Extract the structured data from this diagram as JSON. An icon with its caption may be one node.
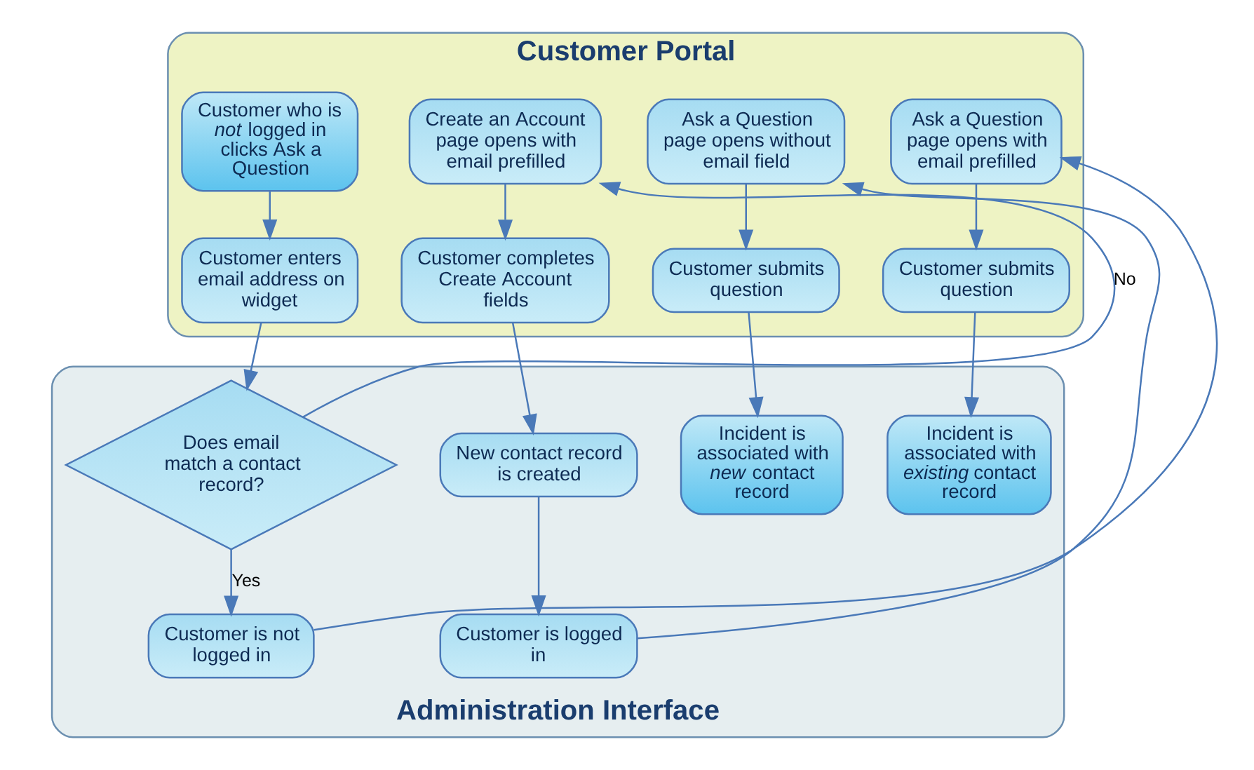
{
  "diagram": {
    "nodes": [
      {
        "text": [
          "Customer Portal"
        ]
      },
      {
        "text": [
          "Customer who is *not* logged in clicks Ask a Question"
        ],
        "in": 0
      },
      {
        "text": [
          "Customer enters email address on widget"
        ],
        "in": 0
      },
      {
        "text": [
          "Create an Account page opens with email prefilled"
        ],
        "in": 0
      },
      {
        "text": [
          "Customer completes Create Account fields"
        ],
        "in": 0
      },
      {
        "text": [
          "Ask a Question page opens without email field"
        ],
        "in": 0
      },
      {
        "text": [
          "Customer submits question"
        ],
        "in": 0
      },
      {
        "text": [
          "Ask a Question page opens with email prefilled"
        ],
        "in": 0
      },
      {
        "text": [
          "Customer submits question"
        ],
        "in": 0
      },
      {
        "text": [
          "Administration Interface"
        ]
      },
      {
        "text": [
          "Does email match a contact record?"
        ],
        "in": 9
      },
      {
        "text": [
          "New contact record is created"
        ],
        "in": 9
      },
      {
        "text": [
          "Customer is logged in"
        ],
        "in": 9
      },
      {
        "text": [
          "Incident is associated with *new* contact record"
        ],
        "in": 9
      },
      {
        "text": [
          "Incident is associated with *existing* contact record"
        ],
        "in": 9
      },
      {
        "text": [
          "Customer is not logged in"
        ],
        "in": 9
      }
    ],
    "edges": [
      {
        "from": 1,
        "to": 2,
        "arrow": "to"
      },
      {
        "from": 2,
        "to": 10,
        "arrow": "to"
      },
      {
        "from": 10,
        "to": 3,
        "arrow": "to",
        "label": "No"
      },
      {
        "from": 3,
        "to": 4,
        "arrow": "to"
      },
      {
        "from": 4,
        "to": 11,
        "arrow": "to"
      },
      {
        "from": 11,
        "to": 12,
        "arrow": "to"
      },
      {
        "from": 12,
        "to": 5,
        "arrow": "to"
      },
      {
        "from": 5,
        "to": 6,
        "arrow": "to"
      },
      {
        "from": 6,
        "to": 13,
        "arrow": "to"
      },
      {
        "from": 10,
        "to": 15,
        "arrow": "to",
        "label": "Yes"
      },
      {
        "from": 15,
        "to": 7,
        "arrow": "to"
      },
      {
        "from": 7,
        "to": 8,
        "arrow": "to"
      },
      {
        "from": 8,
        "to": 14,
        "arrow": "to"
      }
    ]
  }
}
